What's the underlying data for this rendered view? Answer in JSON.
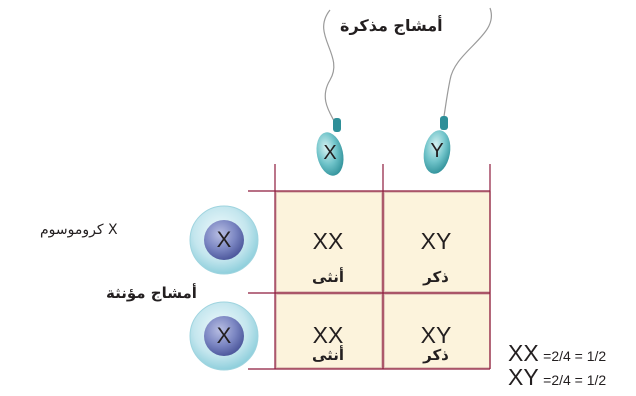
{
  "male_gametes_label": "أمشاج مذكرة",
  "female_gametes_label": "أمشاج مؤنثة",
  "chromosome_label": "كروموسوم X",
  "sperm": [
    {
      "chromosome": "X"
    },
    {
      "chromosome": "Y"
    }
  ],
  "eggs": [
    {
      "chromosome": "X"
    },
    {
      "chromosome": "X"
    }
  ],
  "grid": [
    [
      {
        "genotype": "XY",
        "sex": "ذكر"
      },
      {
        "genotype": "XX",
        "sex": "أنثى"
      }
    ],
    [
      {
        "genotype": "XY",
        "sex": "ذكر"
      },
      {
        "genotype": "XX",
        "sex": "أنثى"
      }
    ]
  ],
  "ratios": [
    {
      "genotype": "XX",
      "value": "=2/4 = 1/2"
    },
    {
      "genotype": "XY",
      "value": "=2/4 = 1/2"
    }
  ],
  "colors": {
    "cell_fill": "#fcf3dc",
    "cell_border": "#d9b8b2",
    "line": "#8e1a3c",
    "sperm_head": "#6fc3c9",
    "egg_outer": "#bfe3ec",
    "egg_nucleus": "#7b86c2"
  }
}
